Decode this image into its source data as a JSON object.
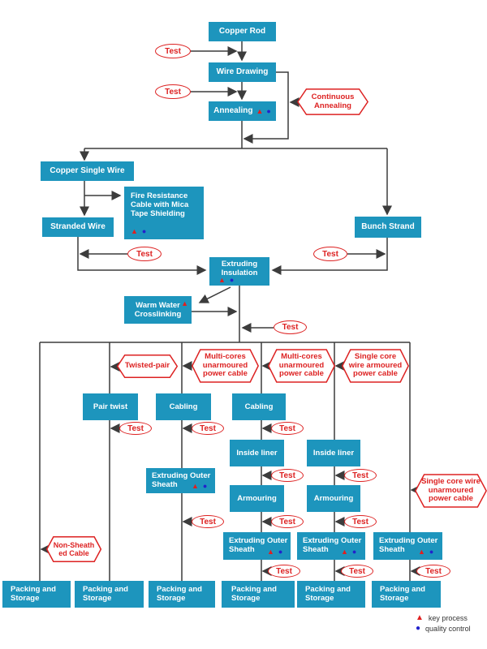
{
  "diagram": {
    "type": "flowchart",
    "subject": "cable manufacturing process flow"
  },
  "labels": {
    "test": "Test"
  },
  "icons": {
    "key_process": "▲",
    "quality_control": "●"
  },
  "process_boxes": {
    "copper_rod": "Copper Rod",
    "wire_drawing": "Wire Drawing",
    "annealing": "Annealing",
    "copper_single_wire": "Copper Single Wire",
    "fire_resistance_cable": "Fire Resistance\nCable with Mica\nTape Shielding",
    "stranded_wire": "Stranded Wire",
    "bunch_strand": "Bunch Strand",
    "extruding_insulation": "Extruding\nInsulation",
    "warm_water_crosslinking": "Warm Water\nCrosslinking",
    "pair_twist": "Pair twist",
    "cabling_1": "Cabling",
    "cabling_2": "Cabling",
    "inside_liner_1": "Inside liner",
    "inside_liner_2": "Inside liner",
    "armouring_1": "Armouring",
    "armouring_2": "Armouring",
    "extruding_outer_sheath_1": "Extruding Outer\nSheath",
    "extruding_outer_sheath_2": "Extruding Outer\nSheath",
    "extruding_outer_sheath_3": "Extruding Outer\nSheath",
    "extruding_outer_sheath_4": "Extruding Outer\nSheath",
    "packing_1": "Packing and\nStorage",
    "packing_2": "Packing and\nStorage",
    "packing_3": "Packing and\nStorage",
    "packing_4": "Packing and\nStorage",
    "packing_5": "Packing and\nStorage",
    "packing_6": "Packing and\nStorage"
  },
  "callouts": {
    "continuous_annealing": "Continuous\nAnnealing",
    "twisted_pair": "Twisted-pair",
    "multi_cores_unarmoured_1": "Multi-cores\nunarmoured\npower cable",
    "multi_cores_unarmoured_2": "Multi-cores\nunarmoured\npower cable",
    "single_core_wire_armoured": "Single core\nwire armoured\npower cable",
    "single_core_wire_unarmoured": "Single core wire\nunarmoured\npower cable",
    "non_sheathed_cable": "Non-Sheath\ned Cable"
  },
  "legend": {
    "key_process": "key process",
    "quality_control": "quality control"
  },
  "colors": {
    "process_box": "#1d95bd",
    "callout_red": "#dd2222",
    "key_process_red": "#e01f1f",
    "quality_blue": "#2222cc",
    "line": "#3c3c3c"
  }
}
